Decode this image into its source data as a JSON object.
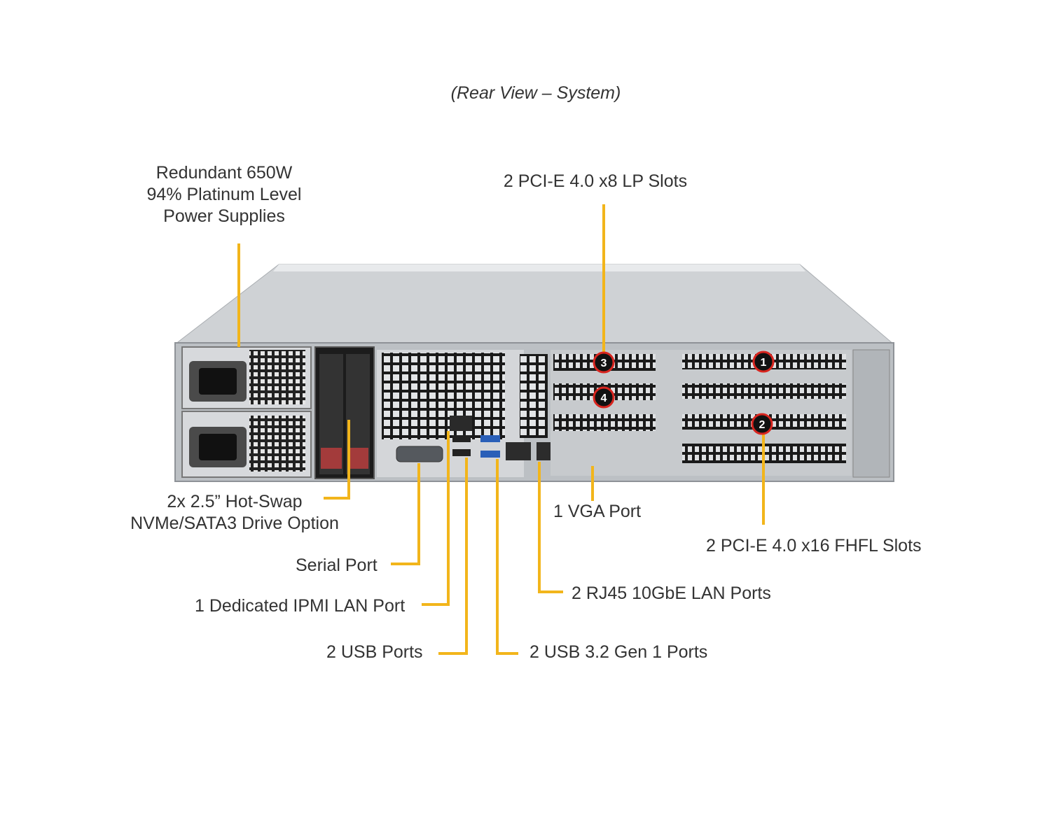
{
  "title": "(Rear View – System)",
  "colors": {
    "callout_line": "#f2b51b",
    "badge_fill": "#111111",
    "badge_ring": "#d8251f",
    "chassis": "#c9cccf"
  },
  "labels": {
    "power_supplies": [
      "Redundant  650W",
      "94% Platinum  Level",
      "Power Supplies"
    ],
    "lp_slots": "2 PCI-E  4.0  x8  LP Slots",
    "drive": [
      "2x 2.5” Hot-Swap",
      "NVMe/SATA3 Drive Option"
    ],
    "vga": "1 VGA Port",
    "fhfl_slots": "2 PCI-E  4.0  x16  FHFL  Slots",
    "serial": "Serial Port",
    "rj45": "2 RJ45  10GbE  LAN Ports",
    "ipmi": "1 Dedicated IPMI  LAN Port",
    "usb": "2 USB Ports",
    "usb32": "2 USB 3.2 Gen  1 Ports"
  },
  "slot_badges": [
    "1",
    "2",
    "3",
    "4"
  ]
}
